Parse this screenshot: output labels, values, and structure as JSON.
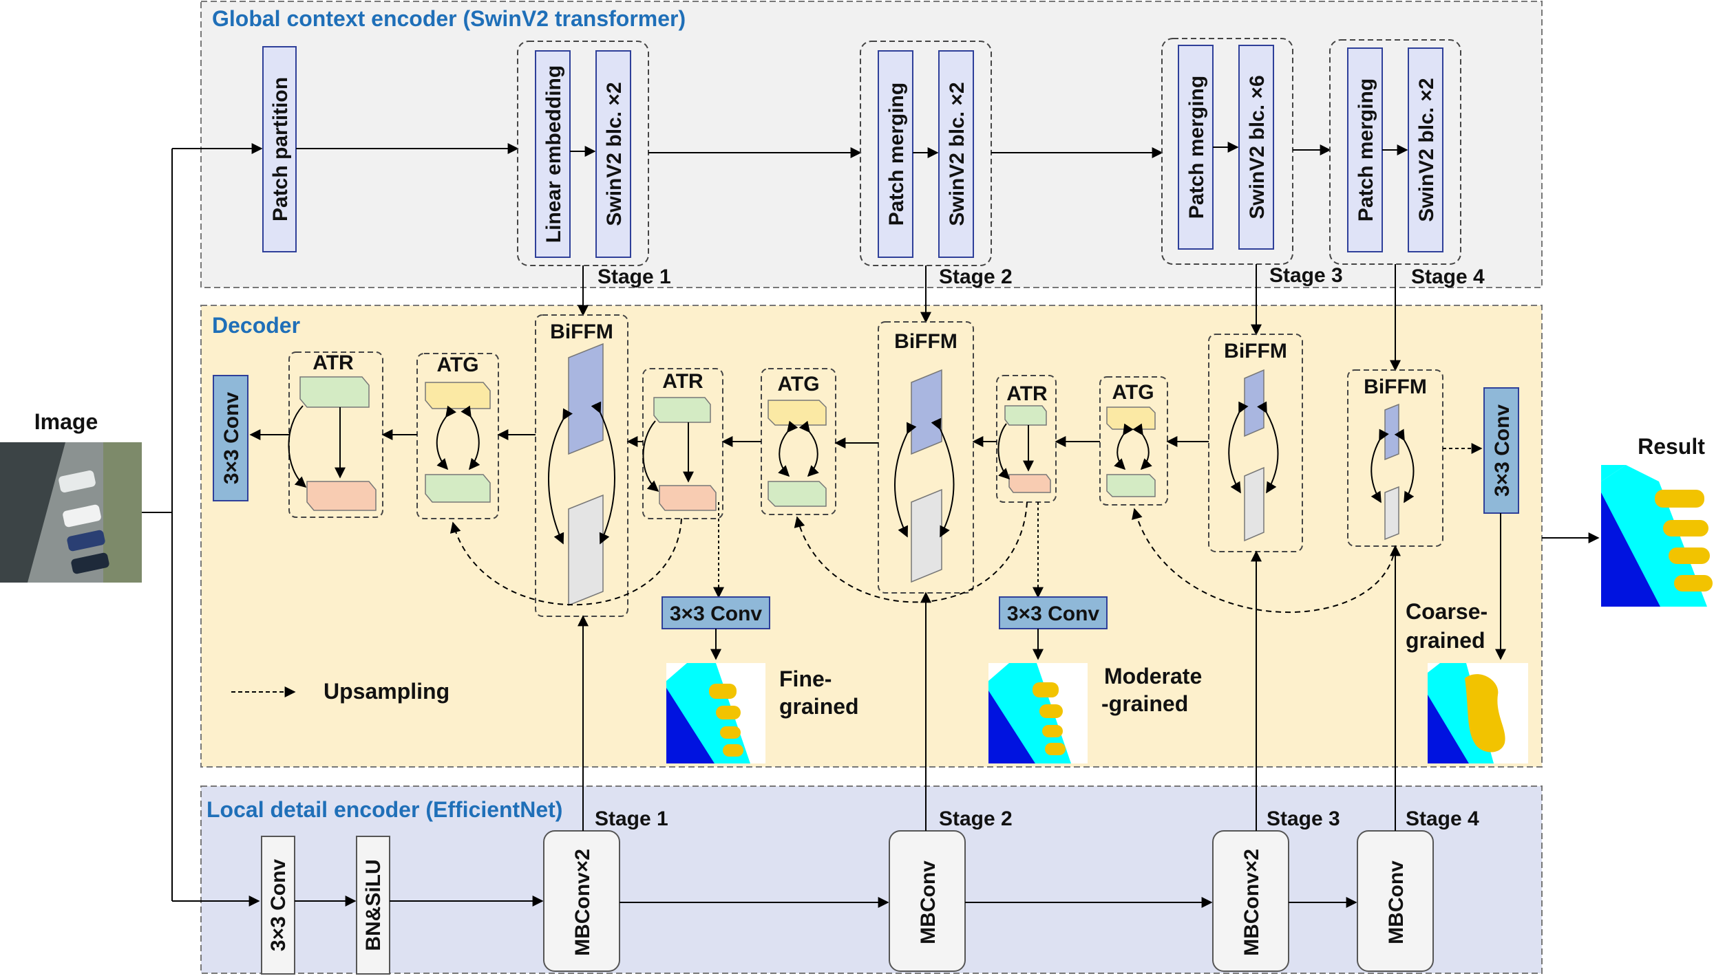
{
  "figure": {
    "input_label": "Image",
    "output_label": "Result",
    "colors": {
      "blue_text": "#1f6fb8",
      "global_bg": "#f1f1f1",
      "decoder_bg": "#fdf0cc",
      "local_bg": "#dde1f2",
      "block_fill": "#dfe3f7",
      "block_stroke": "#2e3f99",
      "conv_fill": "#8fb8d8",
      "local_block_fill": "#f4f4f4",
      "seg_blue": "#0013e0",
      "seg_cyan": "#00ffff",
      "seg_yellow": "#f2c300"
    }
  },
  "global_encoder": {
    "title": "Global context encoder (SwinV2 transformer)",
    "patch_partition": "Patch partition",
    "stage1": {
      "a": "Linear embedding",
      "b": "SwinV2 blc. ×2",
      "label": "Stage 1"
    },
    "stage2": {
      "a": "Patch merging",
      "b": "SwinV2 blc. ×2",
      "label": "Stage 2"
    },
    "stage3": {
      "a": "Patch merging",
      "b": "SwinV2 blc. ×6",
      "label": "Stage 3"
    },
    "stage4": {
      "a": "Patch merging",
      "b": "SwinV2 blc. ×2",
      "label": "Stage 4"
    }
  },
  "decoder": {
    "title": "Decoder",
    "biffm": "BiFFM",
    "atr": "ATR",
    "atg": "ATG",
    "conv_final": "3×3 Conv",
    "conv_fine": "3×3 Conv",
    "conv_moderate": "3×3 Conv",
    "conv_right": "3×3 Conv",
    "fine_label_1": "Fine-",
    "fine_label_2": "grained",
    "moderate_label_1": "Moderate",
    "moderate_label_2": "-grained",
    "coarse_label_1": "Coarse-",
    "coarse_label_2": "grained",
    "legend_upsampling": "Upsampling"
  },
  "local_encoder": {
    "title": "Local detail encoder (EfficientNet)",
    "conv": "3×3 Conv",
    "bn": "BN&SiLU",
    "stage1": {
      "block": "MBConv×2",
      "label": "Stage 1"
    },
    "stage2": {
      "block": "MBConv",
      "label": "Stage 2"
    },
    "stage3": {
      "block": "MBConv×2",
      "label": "Stage 3"
    },
    "stage4": {
      "block": "MBConv",
      "label": "Stage 4"
    }
  }
}
